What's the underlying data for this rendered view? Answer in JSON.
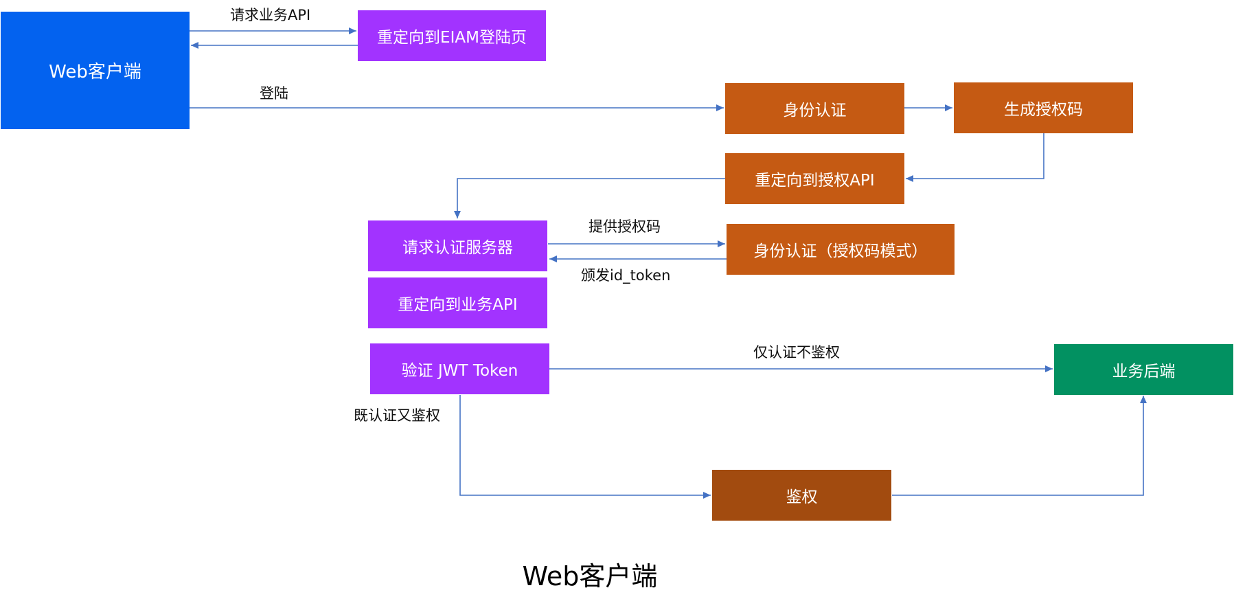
{
  "colors": {
    "client_blue": "#0362EF",
    "purple": "#A233FF",
    "orange": "#C55A13",
    "dark_orange": "#A24B0F",
    "green": "#029161",
    "arrow": "#4472C4"
  },
  "nodes": {
    "web_client": "Web客户端",
    "redirect_eiam": "重定向到EIAM登陆页",
    "identity_auth": "身份认证",
    "generate_code": "生成授权码",
    "redirect_auth_api": "重定向到授权API",
    "request_auth_server": "请求认证服务器",
    "identity_auth_code_mode": "身份认证（授权码模式）",
    "redirect_business_api": "重定向到业务API",
    "verify_jwt": "验证 JWT Token",
    "business_backend": "业务后端",
    "authorize": "鉴权"
  },
  "edge_labels": {
    "request_business_api": "请求业务API",
    "login": "登陆",
    "provide_code": "提供授权码",
    "issue_id_token": "颁发id_token",
    "auth_only": "仅认证不鉴权",
    "auth_and_authorize": "既认证又鉴权"
  },
  "caption": "Web客户端"
}
